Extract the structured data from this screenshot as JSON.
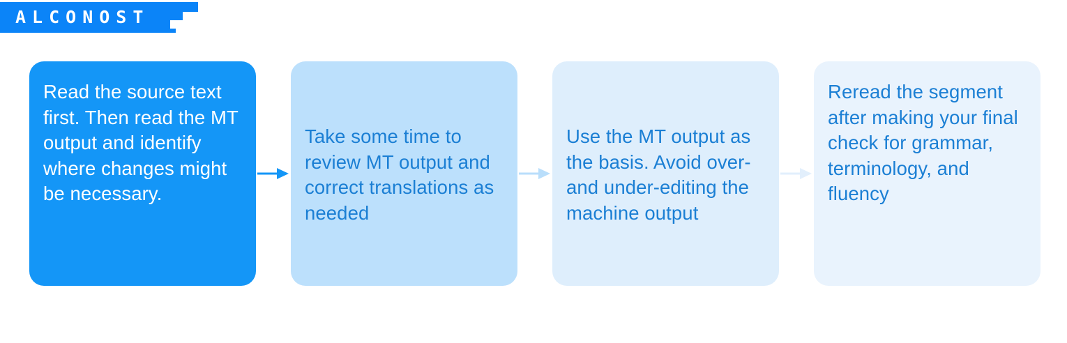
{
  "brand": {
    "name": "ALCONOST",
    "logo_bg": "#0B84F8",
    "logo_text_color": "#FFFFFF"
  },
  "flow": {
    "steps": [
      {
        "id": "step-1",
        "text": "Read the source text first. Then read the MT output and identify where changes might be necessary.",
        "bg": "#1496F7",
        "text_color": "#FFFFFF",
        "align": "top"
      },
      {
        "id": "step-2",
        "text": "Take some time to review MT output and correct translations as needed",
        "bg": "#BCE0FC",
        "text_color": "#1B7FD4",
        "align": "center"
      },
      {
        "id": "step-3",
        "text": "Use the MT output as the basis. Avoid over- and under-editing the machine output",
        "bg": "#DEEEFC",
        "text_color": "#1B7FD4",
        "align": "center"
      },
      {
        "id": "step-4",
        "text": "Reread the segment after making your final check for grammar, terminology, and fluency",
        "bg": "#E9F3FD",
        "text_color": "#1B7FD4",
        "align": "top"
      }
    ],
    "arrows": [
      {
        "id": "arrow-1",
        "color": "#1496F7"
      },
      {
        "id": "arrow-2",
        "color": "#B9DEFB"
      },
      {
        "id": "arrow-3",
        "color": "#E2EFFC"
      }
    ]
  }
}
